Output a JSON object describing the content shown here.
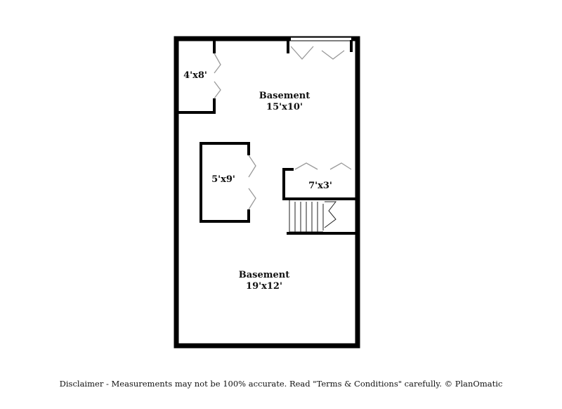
{
  "rooms": [
    {
      "id": "storage_4x8",
      "name": "",
      "dims": "4'x8'"
    },
    {
      "id": "basement_top",
      "name": "Basement",
      "dims": "15'x10'"
    },
    {
      "id": "closet_5x9",
      "name": "",
      "dims": "5'x9'"
    },
    {
      "id": "closet_7x3",
      "name": "",
      "dims": "7'x3'"
    },
    {
      "id": "basement_bottom",
      "name": "Basement",
      "dims": "19'x12'"
    }
  ],
  "disclaimer": "Disclaimer - Measurements may not be 100% accurate. Read \"Terms & Conditions\" carefully. © PlanOmatic"
}
